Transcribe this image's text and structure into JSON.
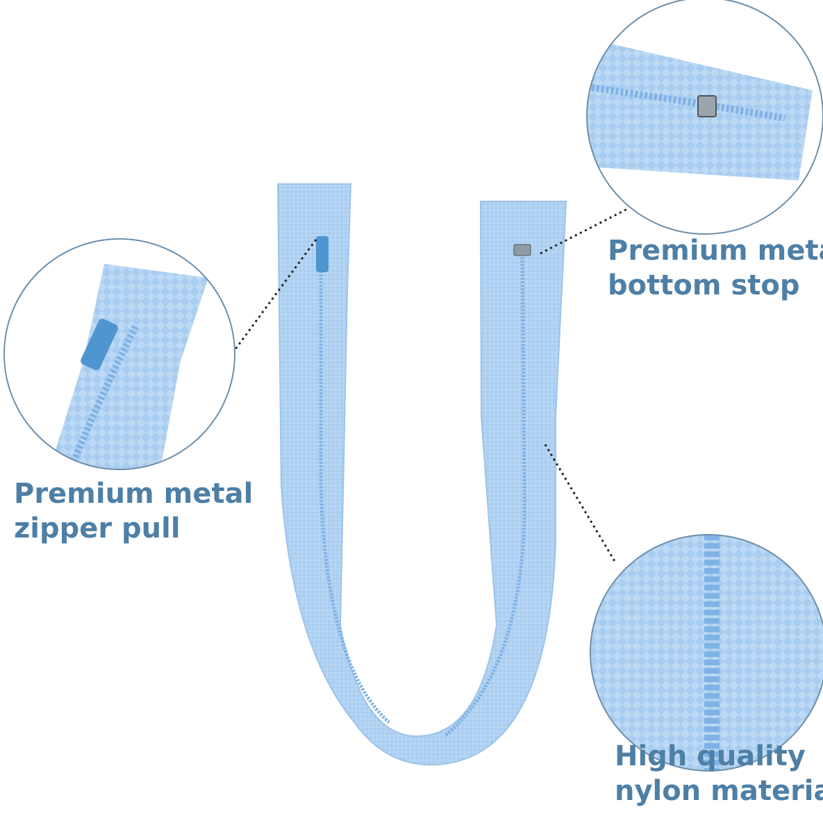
{
  "callouts": [
    {
      "id": "bottom-stop",
      "lines": [
        "Premium metal",
        "bottom stop"
      ]
    },
    {
      "id": "zipper-pull",
      "lines": [
        "Premium metal",
        "zipper pull"
      ]
    },
    {
      "id": "nylon",
      "lines": [
        "High quality",
        "nylon material"
      ]
    }
  ],
  "colors": {
    "text": "#4e7fa6",
    "zipper_tape": "#a9cdf0",
    "zipper_teeth": "#7fb2e6",
    "circle_border": "#6e8ea8",
    "slider": "#4f95cf"
  }
}
